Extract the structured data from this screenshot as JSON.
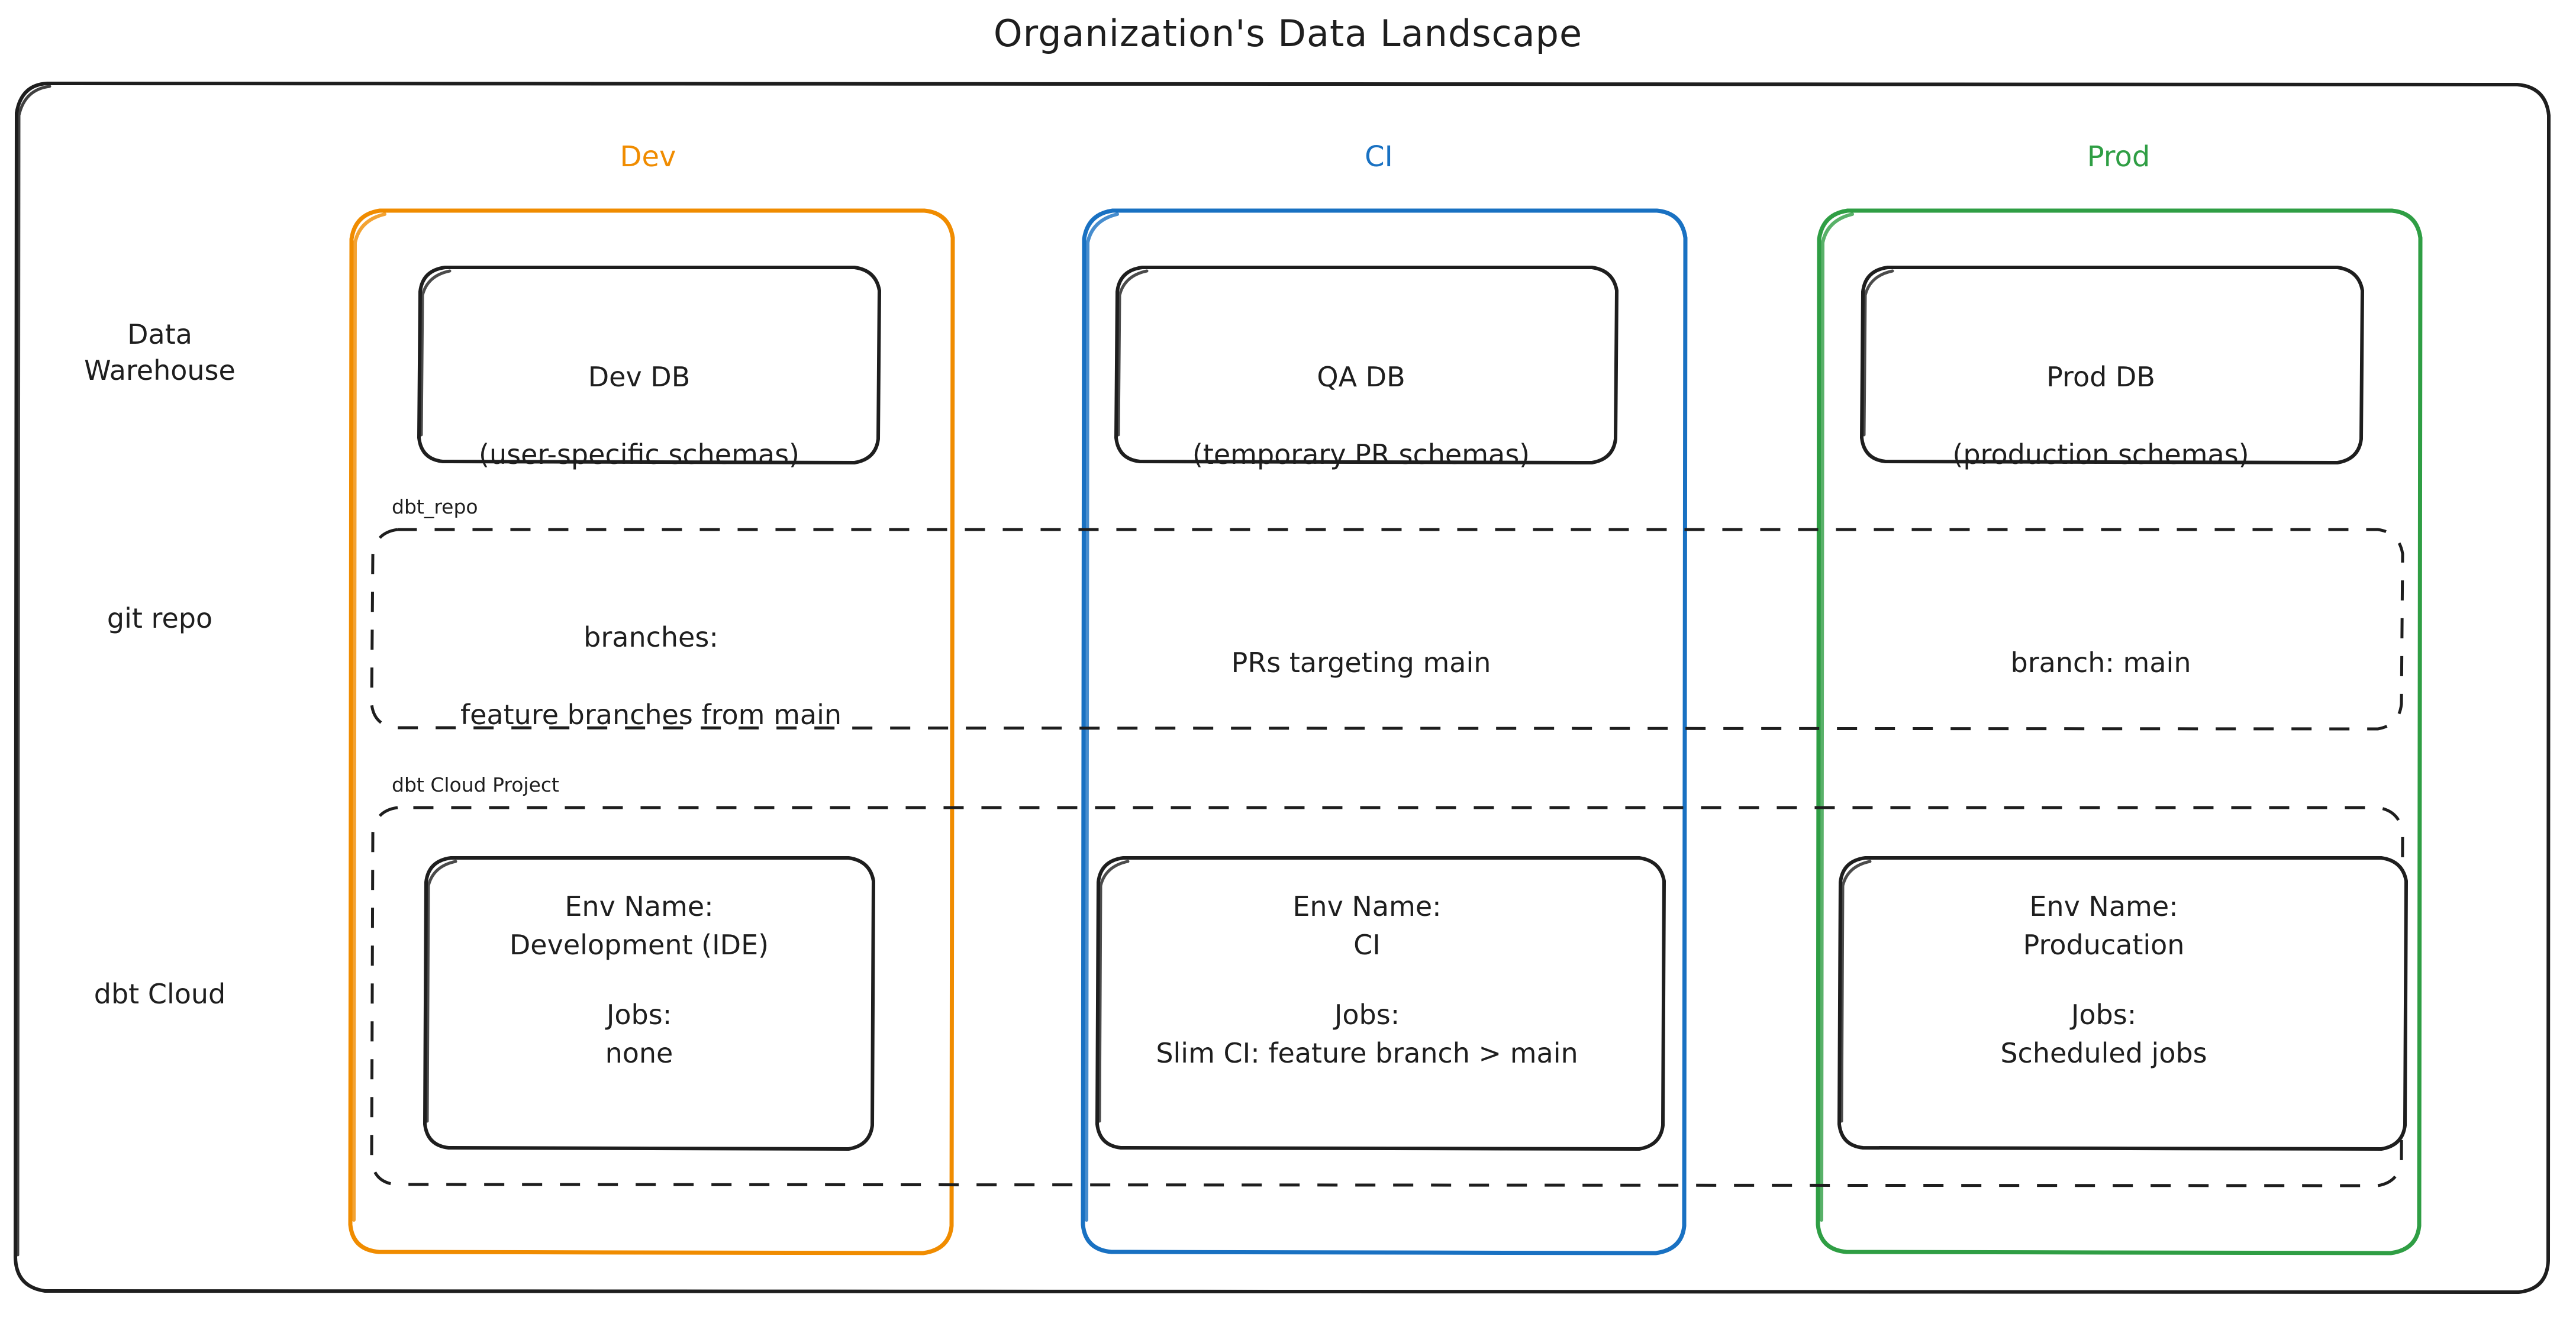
{
  "title": "Organization's Data Landscape",
  "colors": {
    "dev": "#f08c00",
    "ci": "#1971c2",
    "prod": "#2f9e44",
    "stroke": "#1e1e1e",
    "background": "#ffffff"
  },
  "columns": [
    {
      "key": "dev",
      "label": "Dev",
      "color": "#f08c00"
    },
    {
      "key": "ci",
      "label": "CI",
      "color": "#1971c2"
    },
    {
      "key": "prod",
      "label": "Prod",
      "color": "#2f9e44"
    }
  ],
  "rows": [
    {
      "key": "warehouse",
      "label": "Data\nWarehouse"
    },
    {
      "key": "git_repo",
      "label": "git repo"
    },
    {
      "key": "dbt_cloud",
      "label": "dbt Cloud"
    }
  ],
  "containers": {
    "git_repo_label": "dbt_repo",
    "dbt_cloud_label": "dbt Cloud Project"
  },
  "data_warehouse": {
    "dev": {
      "name": "Dev DB",
      "detail": "(user-specific schemas)"
    },
    "ci": {
      "name": "QA DB",
      "detail": "(temporary PR schemas)"
    },
    "prod": {
      "name": "Prod DB",
      "detail": "(production schemas)"
    }
  },
  "git_repo": {
    "dev": {
      "line1": "branches:",
      "line2": "feature branches from main"
    },
    "ci": {
      "line1": "PRs targeting main",
      "line2": ""
    },
    "prod": {
      "line1": "branch: main",
      "line2": ""
    }
  },
  "dbt_cloud": {
    "dev": {
      "env_label": "Env Name:",
      "env_value": "Development (IDE)",
      "jobs_label": "Jobs:",
      "jobs_value": "none"
    },
    "ci": {
      "env_label": "Env Name:",
      "env_value": "CI",
      "jobs_label": "Jobs:",
      "jobs_value": "Slim CI: feature branch > main"
    },
    "prod": {
      "env_label": "Env Name:",
      "env_value": "Producation",
      "jobs_label": "Jobs:",
      "jobs_value": "Scheduled jobs"
    }
  }
}
